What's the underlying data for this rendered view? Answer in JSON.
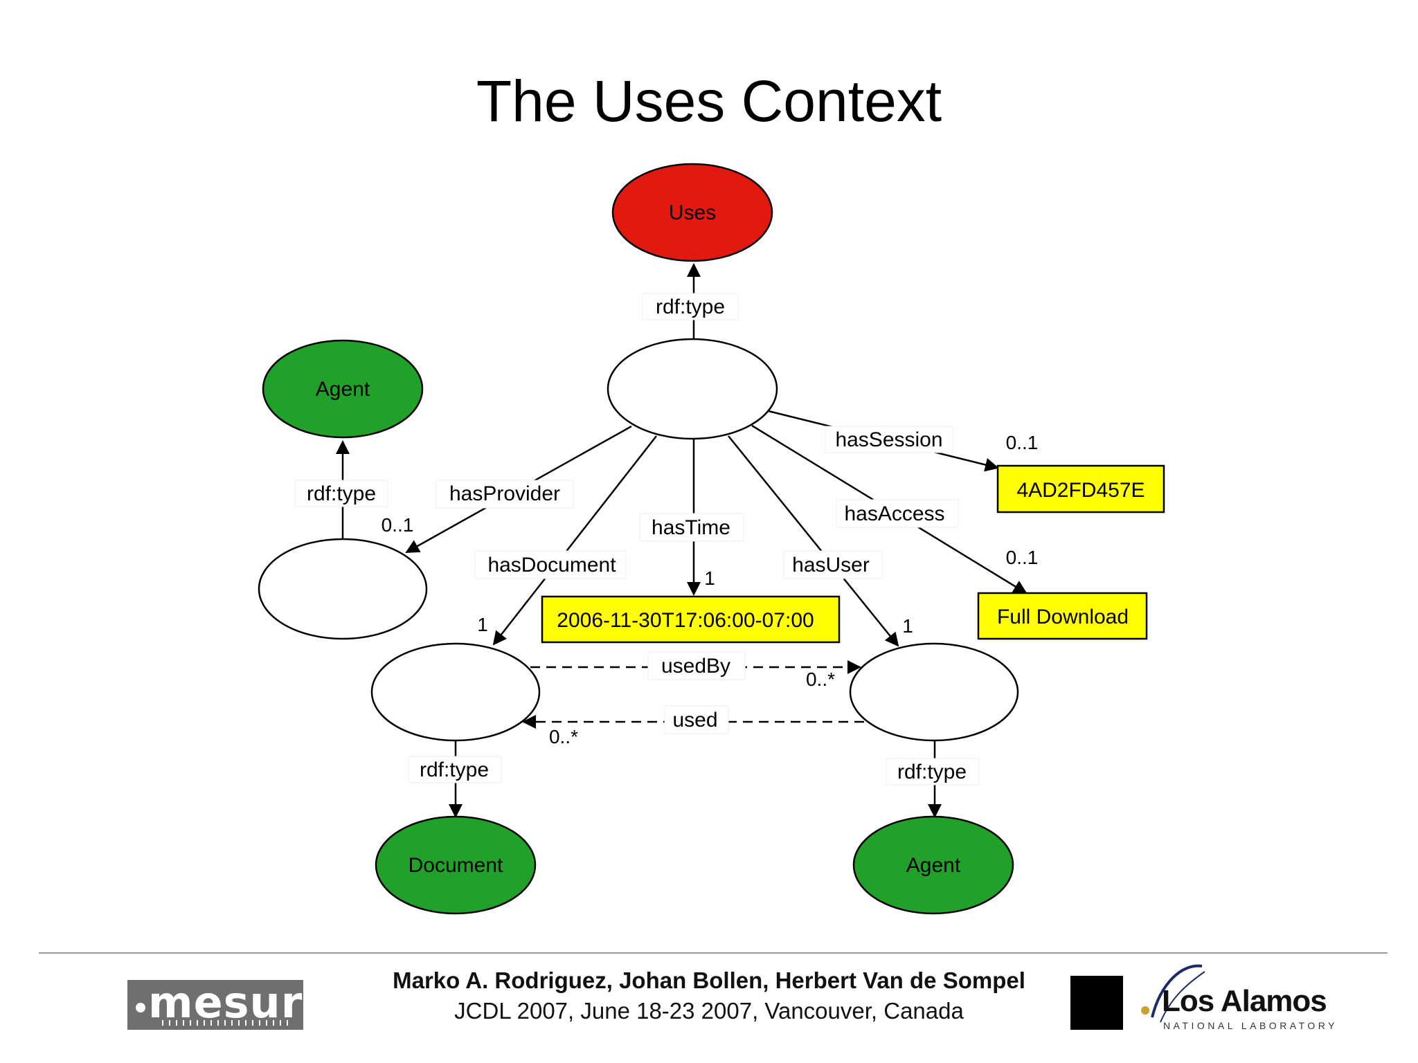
{
  "title": "The Uses Context",
  "nodes": {
    "uses_class": "Uses",
    "agent_class_left": "Agent",
    "document_class": "Document",
    "agent_class_right": "Agent",
    "session_value": "4AD2FD457E",
    "access_value": "Full Download",
    "time_value": "2006-11-30T17:06:00-07:00"
  },
  "edges": {
    "rdf_type": "rdf:type",
    "has_session": "hasSession",
    "has_access": "hasAccess",
    "has_provider": "hasProvider",
    "has_time": "hasTime",
    "has_document": "hasDocument",
    "has_user": "hasUser",
    "used_by": "usedBy",
    "used": "used"
  },
  "cardinalities": {
    "session": "0..1",
    "access": "0..1",
    "provider": "0..1",
    "time": "1",
    "document": "1",
    "user": "1",
    "used_by": "0..*",
    "used": "0..*"
  },
  "colors": {
    "class_red": "#e3180f",
    "class_green": "#22a12a",
    "literal_yellow": "#ffff00"
  },
  "footer": {
    "authors": "Marko A. Rodriguez, Johan Bollen, Herbert Van de Sompel",
    "conference": "JCDL 2007, June 18-23 2007, Vancouver, Canada",
    "mesur_logo": "mesur",
    "lanl_name": "Los Alamos",
    "lanl_sub": "NATIONAL LABORATORY"
  }
}
